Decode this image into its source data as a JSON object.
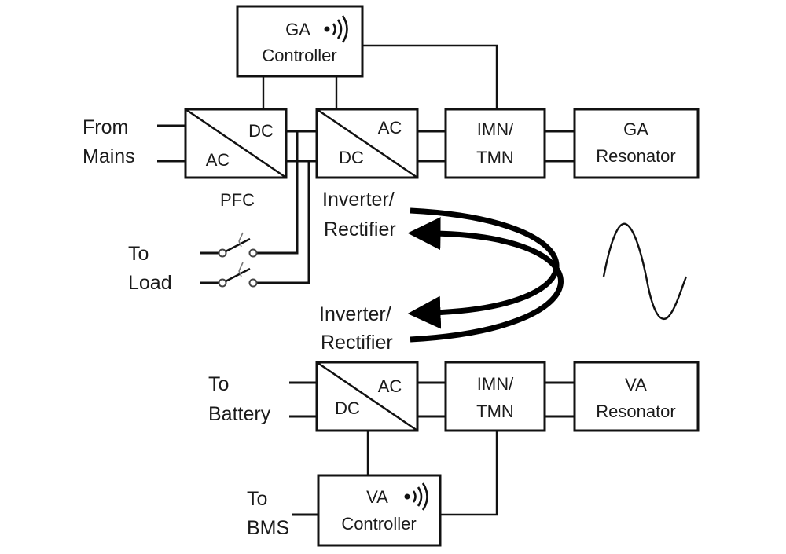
{
  "blocks": {
    "ga_controller": {
      "line1": "GA",
      "line2": "Controller",
      "icon": "wireless-signal-icon"
    },
    "pfc_converter": {
      "top_right": "DC",
      "bottom_left": "AC",
      "caption": "PFC"
    },
    "ga_converter": {
      "top_right": "AC",
      "bottom_left": "DC"
    },
    "ga_imn": {
      "line1": "IMN/",
      "line2": "TMN"
    },
    "ga_resonator": {
      "line1": "GA",
      "line2": "Resonator"
    },
    "va_converter": {
      "top_right": "AC",
      "bottom_left": "DC"
    },
    "va_imn": {
      "line1": "IMN/",
      "line2": "TMN"
    },
    "va_resonator": {
      "line1": "VA",
      "line2": "Resonator"
    },
    "va_controller": {
      "line1": "VA",
      "line2": "Controller",
      "icon": "wireless-signal-icon"
    }
  },
  "labels": {
    "from_mains": [
      "From",
      "Mains"
    ],
    "to_load": [
      "To",
      "Load"
    ],
    "to_battery": [
      "To",
      "Battery"
    ],
    "to_bms": [
      "To",
      "BMS"
    ],
    "inverter_rectifier_top": [
      "Inverter/",
      "Rectifier"
    ],
    "inverter_rectifier_bottom": [
      "Inverter/",
      "Rectifier"
    ]
  }
}
